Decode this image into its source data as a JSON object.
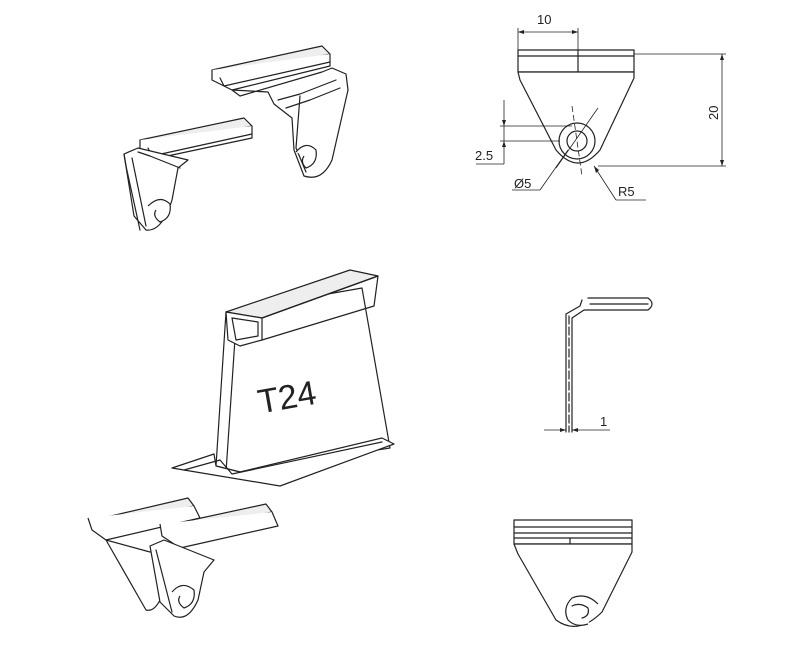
{
  "rail_label": "T24",
  "dimensions": {
    "width": "10",
    "height": "20",
    "offset": "2.5",
    "hole_diameter": "Ø5",
    "radius": "R5",
    "thickness": "1"
  }
}
